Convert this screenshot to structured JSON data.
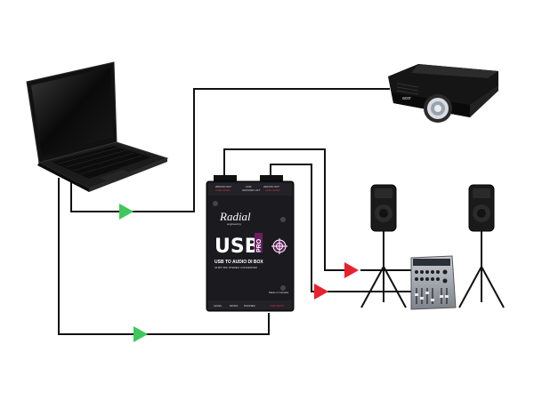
{
  "colors": {
    "cable": "#111111",
    "arrow_green": "#3cc85a",
    "arrow_red": "#e8222d",
    "box_body": "#1b1b1f",
    "box_purple": "#6a1f63",
    "box_text": "#ffffff"
  },
  "devices": {
    "laptop": {
      "icon": "laptop-icon"
    },
    "projector": {
      "icon": "projector-icon",
      "brand": "acer"
    },
    "speaker_left": {
      "icon": "pa-speaker-icon"
    },
    "speaker_right": {
      "icon": "pa-speaker-icon"
    },
    "mixer": {
      "icon": "mixer-icon"
    }
  },
  "di_box": {
    "brand": "Radial",
    "brand_sub": "engineering",
    "model": "USB",
    "model_suffix": "PRO",
    "subtitle": "USB TO AUDIO DI BOX",
    "subtitle2": "24 BIT 96K STEREO CONVERTER",
    "top_left_label": "200/470 OUT",
    "top_left_sub": "LINE LEVEL",
    "top_mid_label": "LINK",
    "top_mid_sub": "GROUND LIFT",
    "top_right_label": "200/470 OUT",
    "top_right_sub": "LINE LEVEL",
    "made_in": "Made in Canada",
    "bottom_labels": [
      "LEVEL",
      "MONO",
      "PHONES",
      "USB INPUT"
    ]
  }
}
